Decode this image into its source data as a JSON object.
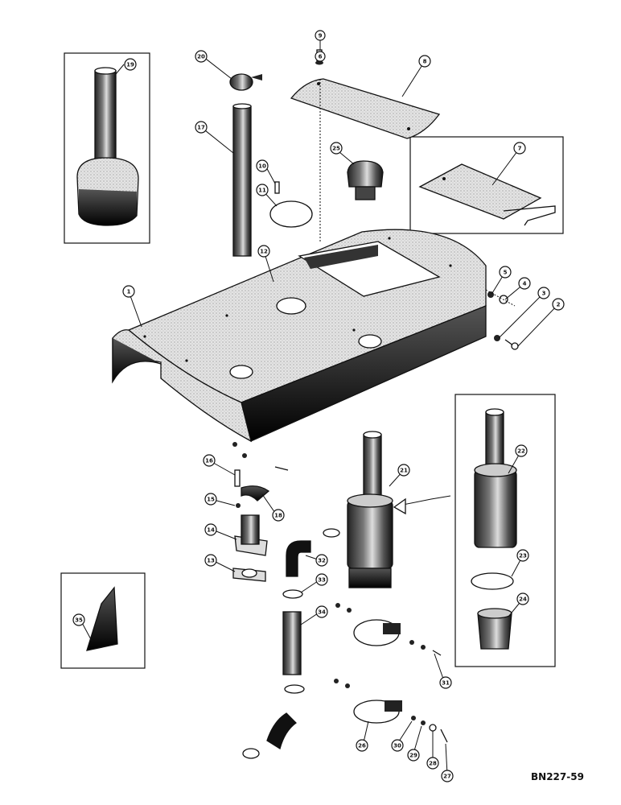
{
  "diagram": {
    "reference_code": "BN227-59",
    "callouts": [
      "1",
      "2",
      "3",
      "4",
      "5",
      "6",
      "7",
      "8",
      "9",
      "10",
      "11",
      "12",
      "13",
      "14",
      "15",
      "16",
      "17",
      "18",
      "19",
      "20",
      "21",
      "22",
      "23",
      "24",
      "25",
      "26",
      "27",
      "28",
      "29",
      "30",
      "31",
      "32",
      "33",
      "34",
      "35"
    ]
  }
}
